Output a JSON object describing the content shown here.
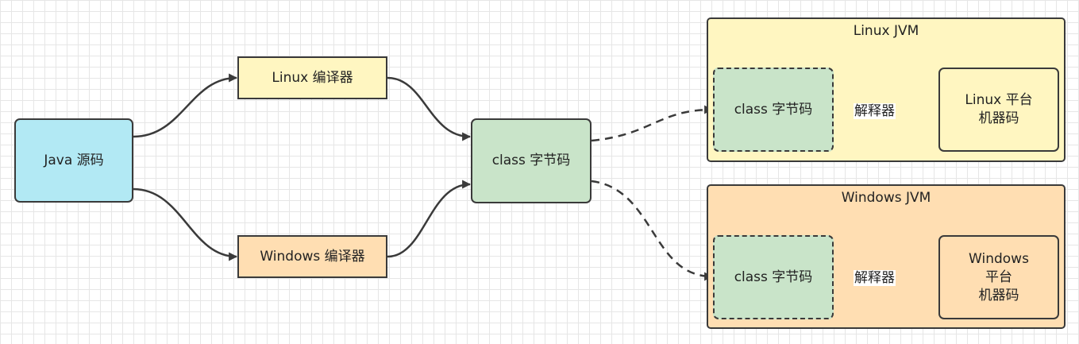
{
  "colors": {
    "java": "#b2e9f4",
    "linux": "#fff6c1",
    "windows": "#ffdeb2",
    "class": "#c9e4c9",
    "stroke": "#3a3a3a"
  },
  "nodes": {
    "java_source": "Java 源码",
    "linux_compiler": "Linux 编译器",
    "windows_compiler": "Windows 编译器",
    "class_bytecode": "class 字节码"
  },
  "linux_jvm": {
    "title": "Linux JVM",
    "bytecode": "class 字节码",
    "interpreter": "解释器",
    "machine_code": [
      "Linux 平台",
      "机器码"
    ]
  },
  "windows_jvm": {
    "title": "Windows JVM",
    "bytecode": "class 字节码",
    "interpreter": "解释器",
    "machine_code": [
      "Windows",
      "平台",
      "机器码"
    ]
  }
}
